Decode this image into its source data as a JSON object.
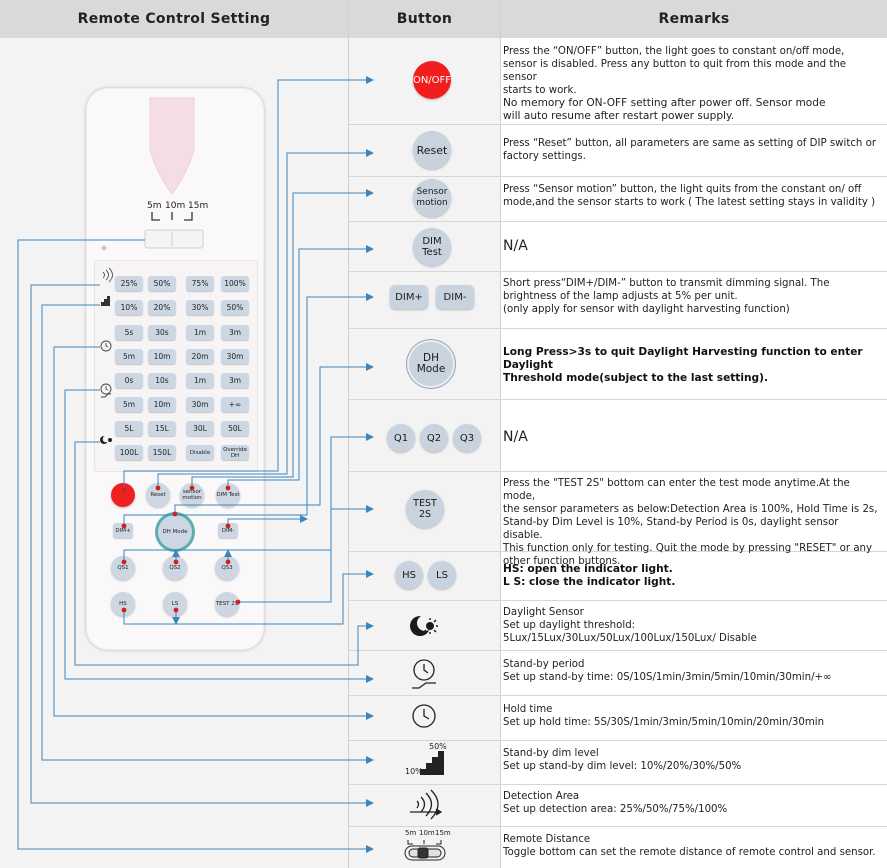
{
  "headers": {
    "left": "Remote Control Setting",
    "middle": "Button",
    "right": "Remarks"
  },
  "remote": {
    "distance_labels": [
      "5m",
      "10m",
      "15m"
    ],
    "keypad_rows": [
      [
        "25%",
        "50%",
        "75%",
        "100%"
      ],
      [
        "10%",
        "20%",
        "30%",
        "50%"
      ],
      [
        "5s",
        "30s",
        "1m",
        "3m"
      ],
      [
        "5m",
        "10m",
        "20m",
        "30m"
      ],
      [
        "0s",
        "10s",
        "1m",
        "3m"
      ],
      [
        "5m",
        "10m",
        "30m",
        "+∞"
      ],
      [
        "5L",
        "15L",
        "30L",
        "50L"
      ],
      [
        "100L",
        "150L",
        "Disable",
        "Override DH"
      ]
    ],
    "row1": [
      "",
      "Reset",
      "sensor motion",
      "DIM Test"
    ],
    "dim_plus": "DIM+",
    "dh": "DH Mode",
    "dim_minus": "DIM-",
    "qs": [
      "QS1",
      "QS2",
      "QS3"
    ],
    "bottom": [
      "HS",
      "LS",
      "TEST 2S"
    ]
  },
  "buttons": {
    "on_off": "ON/OFF",
    "reset": "Reset",
    "sensor_motion": "Sensor motion",
    "dim_test": "DIM Test",
    "dim_plus": "DIM+",
    "dim_minus": "DIM-",
    "dh_mode": "DH Mode",
    "q1": "Q1",
    "q2": "Q2",
    "q3": "Q3",
    "test_2s": "TEST 2S",
    "hs": "HS",
    "ls": "LS"
  },
  "icons": {
    "dim_high": "50%",
    "dim_low": "10%",
    "distance_labels": [
      "5m",
      "10m",
      "15m"
    ]
  },
  "remarks": {
    "on_off": [
      "Press the “ON/OFF” button, the light goes to constant on/off mode,",
      "sensor is disabled. Press any button to quit from this mode and the sensor",
      "starts to work.",
      "No memory for ON-OFF setting after power off. Sensor mode",
      "will auto resume after restart power supply."
    ],
    "reset": [
      "Press “Reset” button, all parameters are same as setting of DIP switch or",
      "factory settings."
    ],
    "sensor_motion": [
      "Press “Sensor motion” button, the light quits from the constant on/ off",
      "mode,and the sensor starts to work ( The latest setting stays in validity )"
    ],
    "dim_test": "N/A",
    "dim": [
      "Short press“DIM+/DIM-” button to transmit dimming signal. The",
      "brightness of the lamp adjusts at 5% per unit.",
      "(only apply for sensor with daylight harvesting function)"
    ],
    "dh": [
      "Long Press>3s to quit Daylight Harvesting function to enter Daylight",
      "Threshold mode(subject to the last setting)."
    ],
    "q": "N/A",
    "test": [
      "Press the \"TEST 2S\" bottom can enter the test mode anytime.At the mode,",
      "the sensor parameters as below:Detection Area is 100%, Hold Time is 2s,",
      "Stand-by Dim Level is 10%, Stand-by Period is 0s, daylight sensor disable.",
      "This function only for testing. Quit the mode by pressing \"RESET\" or any",
      "other function buttons."
    ],
    "hs_ls": [
      "HS: open the indicator light.",
      "L S: close the indicator light."
    ],
    "daylight": [
      "Daylight Sensor",
      "Set up daylight threshold:",
      "5Lux/15Lux/30Lux/50Lux/100Lux/150Lux/ Disable"
    ],
    "standby_period": [
      "Stand-by period",
      "Set up stand-by time:  0S/10S/1min/3min/5min/10min/30min/+∞"
    ],
    "hold": [
      "Hold time",
      "Set up hold time: 5S/30S/1min/3min/5min/10min/20min/30min"
    ],
    "standby_dim": [
      "Stand-by dim level",
      "Set up stand-by dim level: 10%/20%/30%/50%"
    ],
    "detection": [
      "Detection Area",
      "Set up detection area: 25%/50%/75%/100%"
    ],
    "distance": [
      "Remote Distance",
      "Toggle bottom can set the remote distance of remote control and sensor."
    ]
  },
  "colors": {
    "header_bg": "#d9d9d9",
    "button_blue": "#c9d3df",
    "on_off_red": "#f21d1d",
    "line_blue": "#3d86bd"
  }
}
